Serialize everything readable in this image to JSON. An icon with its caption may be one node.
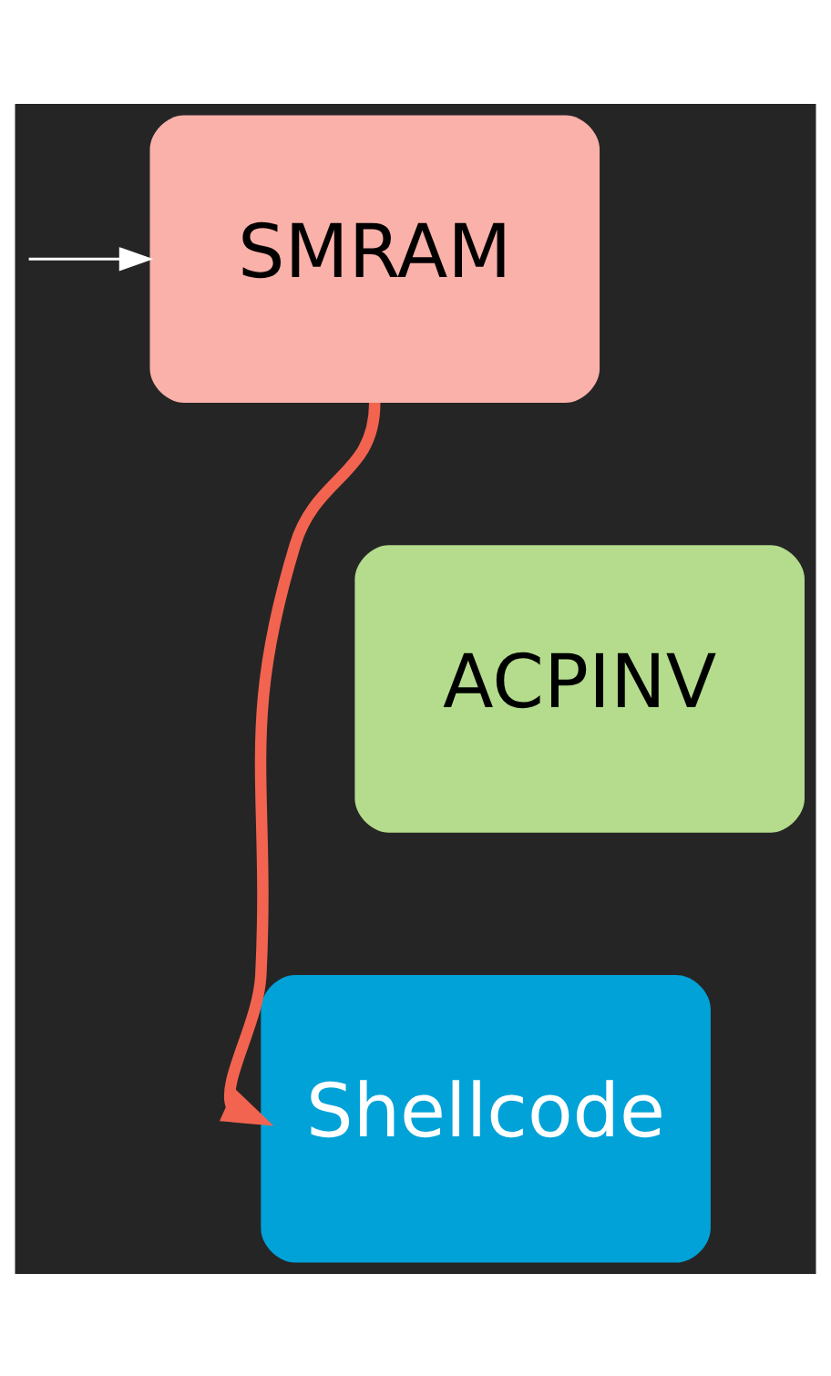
{
  "diagram": {
    "nodes": [
      {
        "text": [
          "SMRAM"
        ]
      },
      {
        "text": [
          "ACPINV"
        ]
      },
      {
        "text": [
          "Shellcode"
        ]
      }
    ],
    "edges": [
      {
        "from": null,
        "to": 0,
        "arrow": "to",
        "color": "#ffffff"
      },
      {
        "from": 0,
        "to": 2,
        "arrow": "to",
        "style": "thick",
        "color": "#f26450"
      }
    ]
  }
}
